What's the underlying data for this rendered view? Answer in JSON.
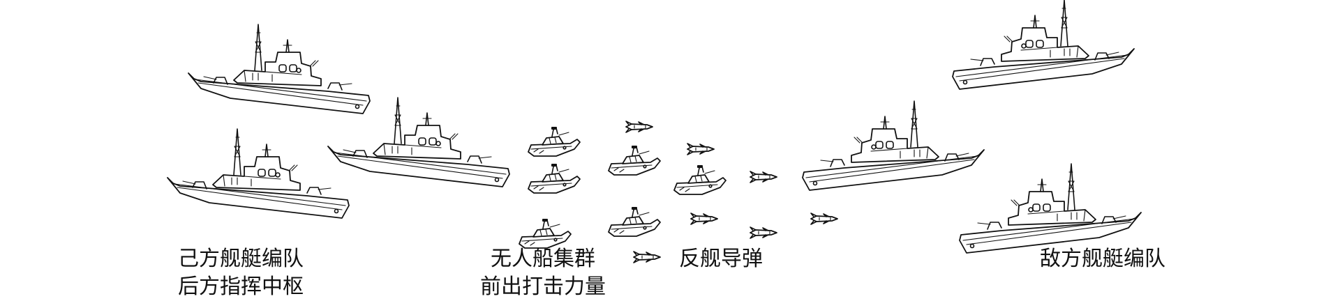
{
  "labels": {
    "own_line1": "己方舰艇编队",
    "own_line2": "后方指挥中枢",
    "usv_line1": "无人船集群",
    "usv_line2": "前出打击力量",
    "missile": "反舰导弹",
    "enemy": "敌方舰艇编队"
  },
  "icons": {
    "warship": "warship-icon",
    "usv": "unmanned-boat-icon",
    "missile": "anti-ship-missile-icon"
  },
  "colors": {
    "line": "#111111",
    "background": "#ffffff"
  }
}
